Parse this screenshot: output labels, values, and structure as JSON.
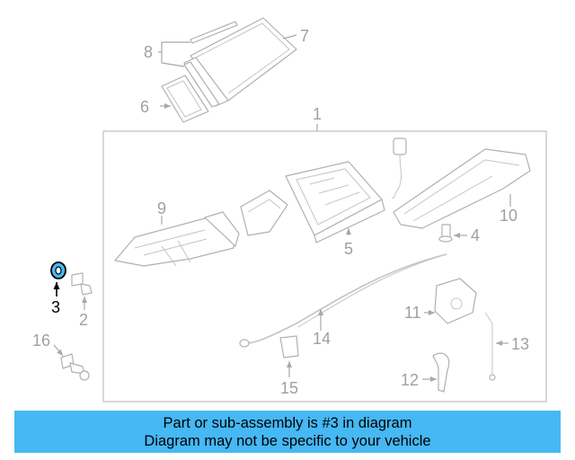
{
  "callouts": {
    "c1": "1",
    "c2": "2",
    "c3": "3",
    "c4": "4",
    "c5": "5",
    "c6": "6",
    "c7": "7",
    "c8": "8",
    "c9": "9",
    "c10": "10",
    "c11": "11",
    "c12": "12",
    "c13": "13",
    "c14": "14",
    "c15": "15",
    "c16": "16"
  },
  "highlight": {
    "part": "3",
    "color": "#46b8f3"
  },
  "banner": {
    "line1": "Part or sub-assembly is #3 in diagram",
    "line2": "Diagram may not be specific to your vehicle",
    "color": "#46b8f3"
  }
}
